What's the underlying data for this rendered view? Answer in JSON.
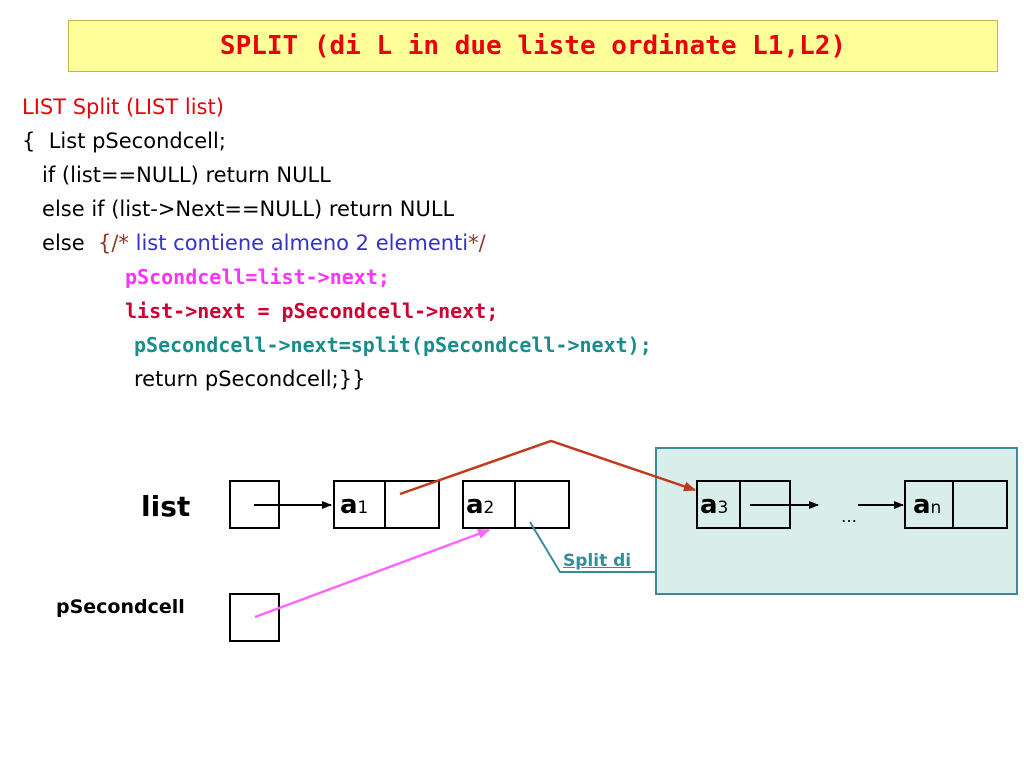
{
  "title": "SPLIT (di L in due liste ordinate L1,L2)",
  "code": {
    "line1": "LIST Split (LIST list)",
    "line2_brace": "{  ",
    "line2": "List pSecondcell;",
    "line3": "   if (list==NULL) return NULL",
    "line4": "   else if (list->Next==NULL) return NULL",
    "line5_else": "   else  ",
    "line5_open": "{/* ",
    "line5_comment": "list contiene almeno 2 elementi",
    "line5_close": "*/",
    "line6": "pScondcell=list->next;",
    "line7": "list->next = pSecondcell->next;",
    "line8": "pSecondcell->next=split(pSecondcell->next);",
    "line9": "return pSecondcell;}}"
  },
  "diagram": {
    "list_label": "list",
    "psecondcell_label": "pSecondcell",
    "split_label": "Split di",
    "ellipsis": "…",
    "nodes": [
      {
        "letter": "a",
        "index": "1"
      },
      {
        "letter": "a",
        "index": "2"
      },
      {
        "letter": "a",
        "index": "3"
      },
      {
        "letter": "a",
        "index": "n"
      }
    ],
    "colors": {
      "title_bg": "#ffff99",
      "title_text": "#e8000c",
      "arrow_red": "#c0391b",
      "arrow_magenta": "#ff66ff",
      "arrow_teal": "#3a8a9a",
      "box_teal_bg": "#d9ede9",
      "box_teal_border": "#3a8a9a"
    }
  }
}
